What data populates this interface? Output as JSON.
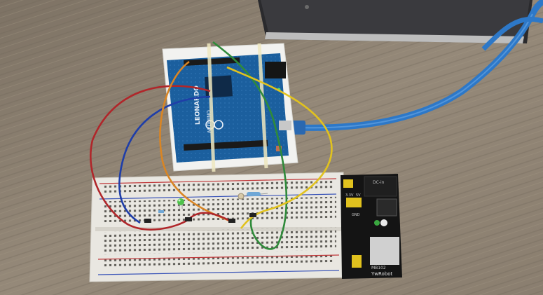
{
  "arduino": {
    "board_name": "LEONARDO",
    "brand": "ARDUINO"
  },
  "power_module": {
    "brand": "YwRobot",
    "model": "MB102",
    "label_dc": "DC-in",
    "label_3v3": "3.3V",
    "label_5v": "5V",
    "label_gnd": "GND"
  },
  "colors": {
    "table": "#8c7f70",
    "breadboard": "#e9e7e1",
    "arduino_pcb": "#1b5f9e",
    "usb_cable": "#2d78c8",
    "power_module_pcb": "#141414",
    "wire_red": "#b0262a",
    "wire_blue": "#1f3ea8",
    "wire_orange": "#d98524",
    "wire_green": "#2f8a3a",
    "wire_yellow": "#e1c21e",
    "led_green": "#4ec24a"
  }
}
